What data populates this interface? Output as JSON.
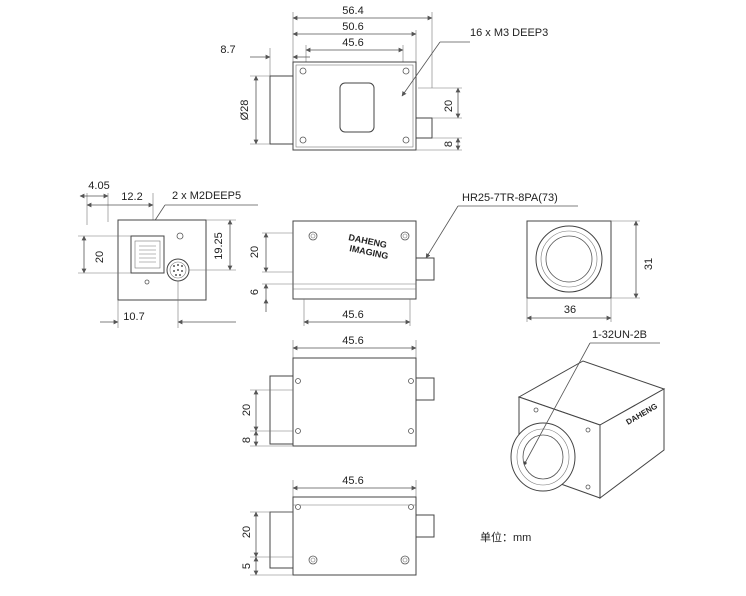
{
  "top_view": {
    "dim_total_width": "56.4",
    "dim_body_width": "50.6",
    "dim_hole_spacing": "45.6",
    "dim_lens_protrusion": "8.7",
    "dim_lens_diameter": "Ø28",
    "dim_connector_height": "20",
    "dim_connector_offset": "8",
    "callout_holes": "16 x  M3 DEEP3"
  },
  "back_view": {
    "dim_offset_a": "4.05",
    "dim_offset_b": "12.2",
    "dim_height": "20",
    "dim_right": "19.25",
    "dim_bottom": "10.7",
    "callout_holes": "2 x  M2DEEP5"
  },
  "side_view": {
    "dim_height": "20",
    "dim_base": "6",
    "dim_length": "45.6",
    "callout_connector": "HR25-7TR-8PA(73)",
    "brand_line1": "DAHENG",
    "brand_line2": "IMAGING"
  },
  "front_view": {
    "dim_height": "31",
    "dim_width": "36"
  },
  "lower_side_view": {
    "dim_length": "45.6",
    "dim_height": "20",
    "dim_offset": "8"
  },
  "bottom_view": {
    "dim_length": "45.6",
    "dim_height": "20",
    "dim_offset": "5"
  },
  "iso_view": {
    "callout_mount": "1-32UN-2B"
  },
  "unit_note": "单位：mm"
}
